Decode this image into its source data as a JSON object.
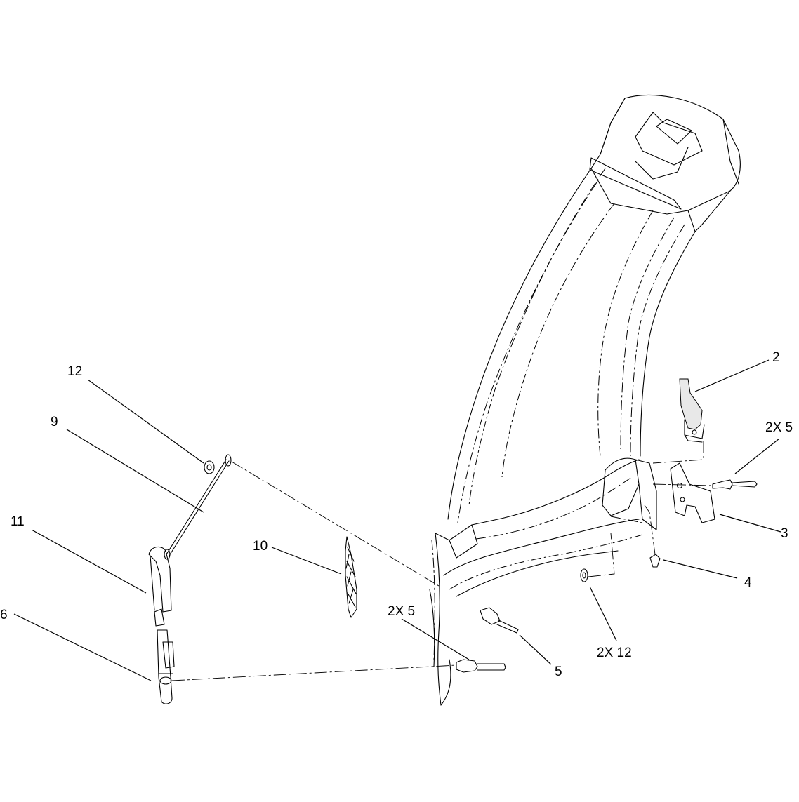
{
  "callouts": [
    {
      "id": "c12a",
      "text": "12"
    },
    {
      "id": "c9",
      "text": "9"
    },
    {
      "id": "c11",
      "text": "11"
    },
    {
      "id": "c6",
      "text": "6"
    },
    {
      "id": "c10",
      "text": "10"
    },
    {
      "id": "c2x5a",
      "text": "2X 5"
    },
    {
      "id": "c5",
      "text": "5"
    },
    {
      "id": "c2x12",
      "text": "2X 12"
    },
    {
      "id": "c4",
      "text": "4"
    },
    {
      "id": "c3",
      "text": "3"
    },
    {
      "id": "c2x5b",
      "text": "2X 5"
    },
    {
      "id": "c2",
      "text": "2"
    }
  ]
}
